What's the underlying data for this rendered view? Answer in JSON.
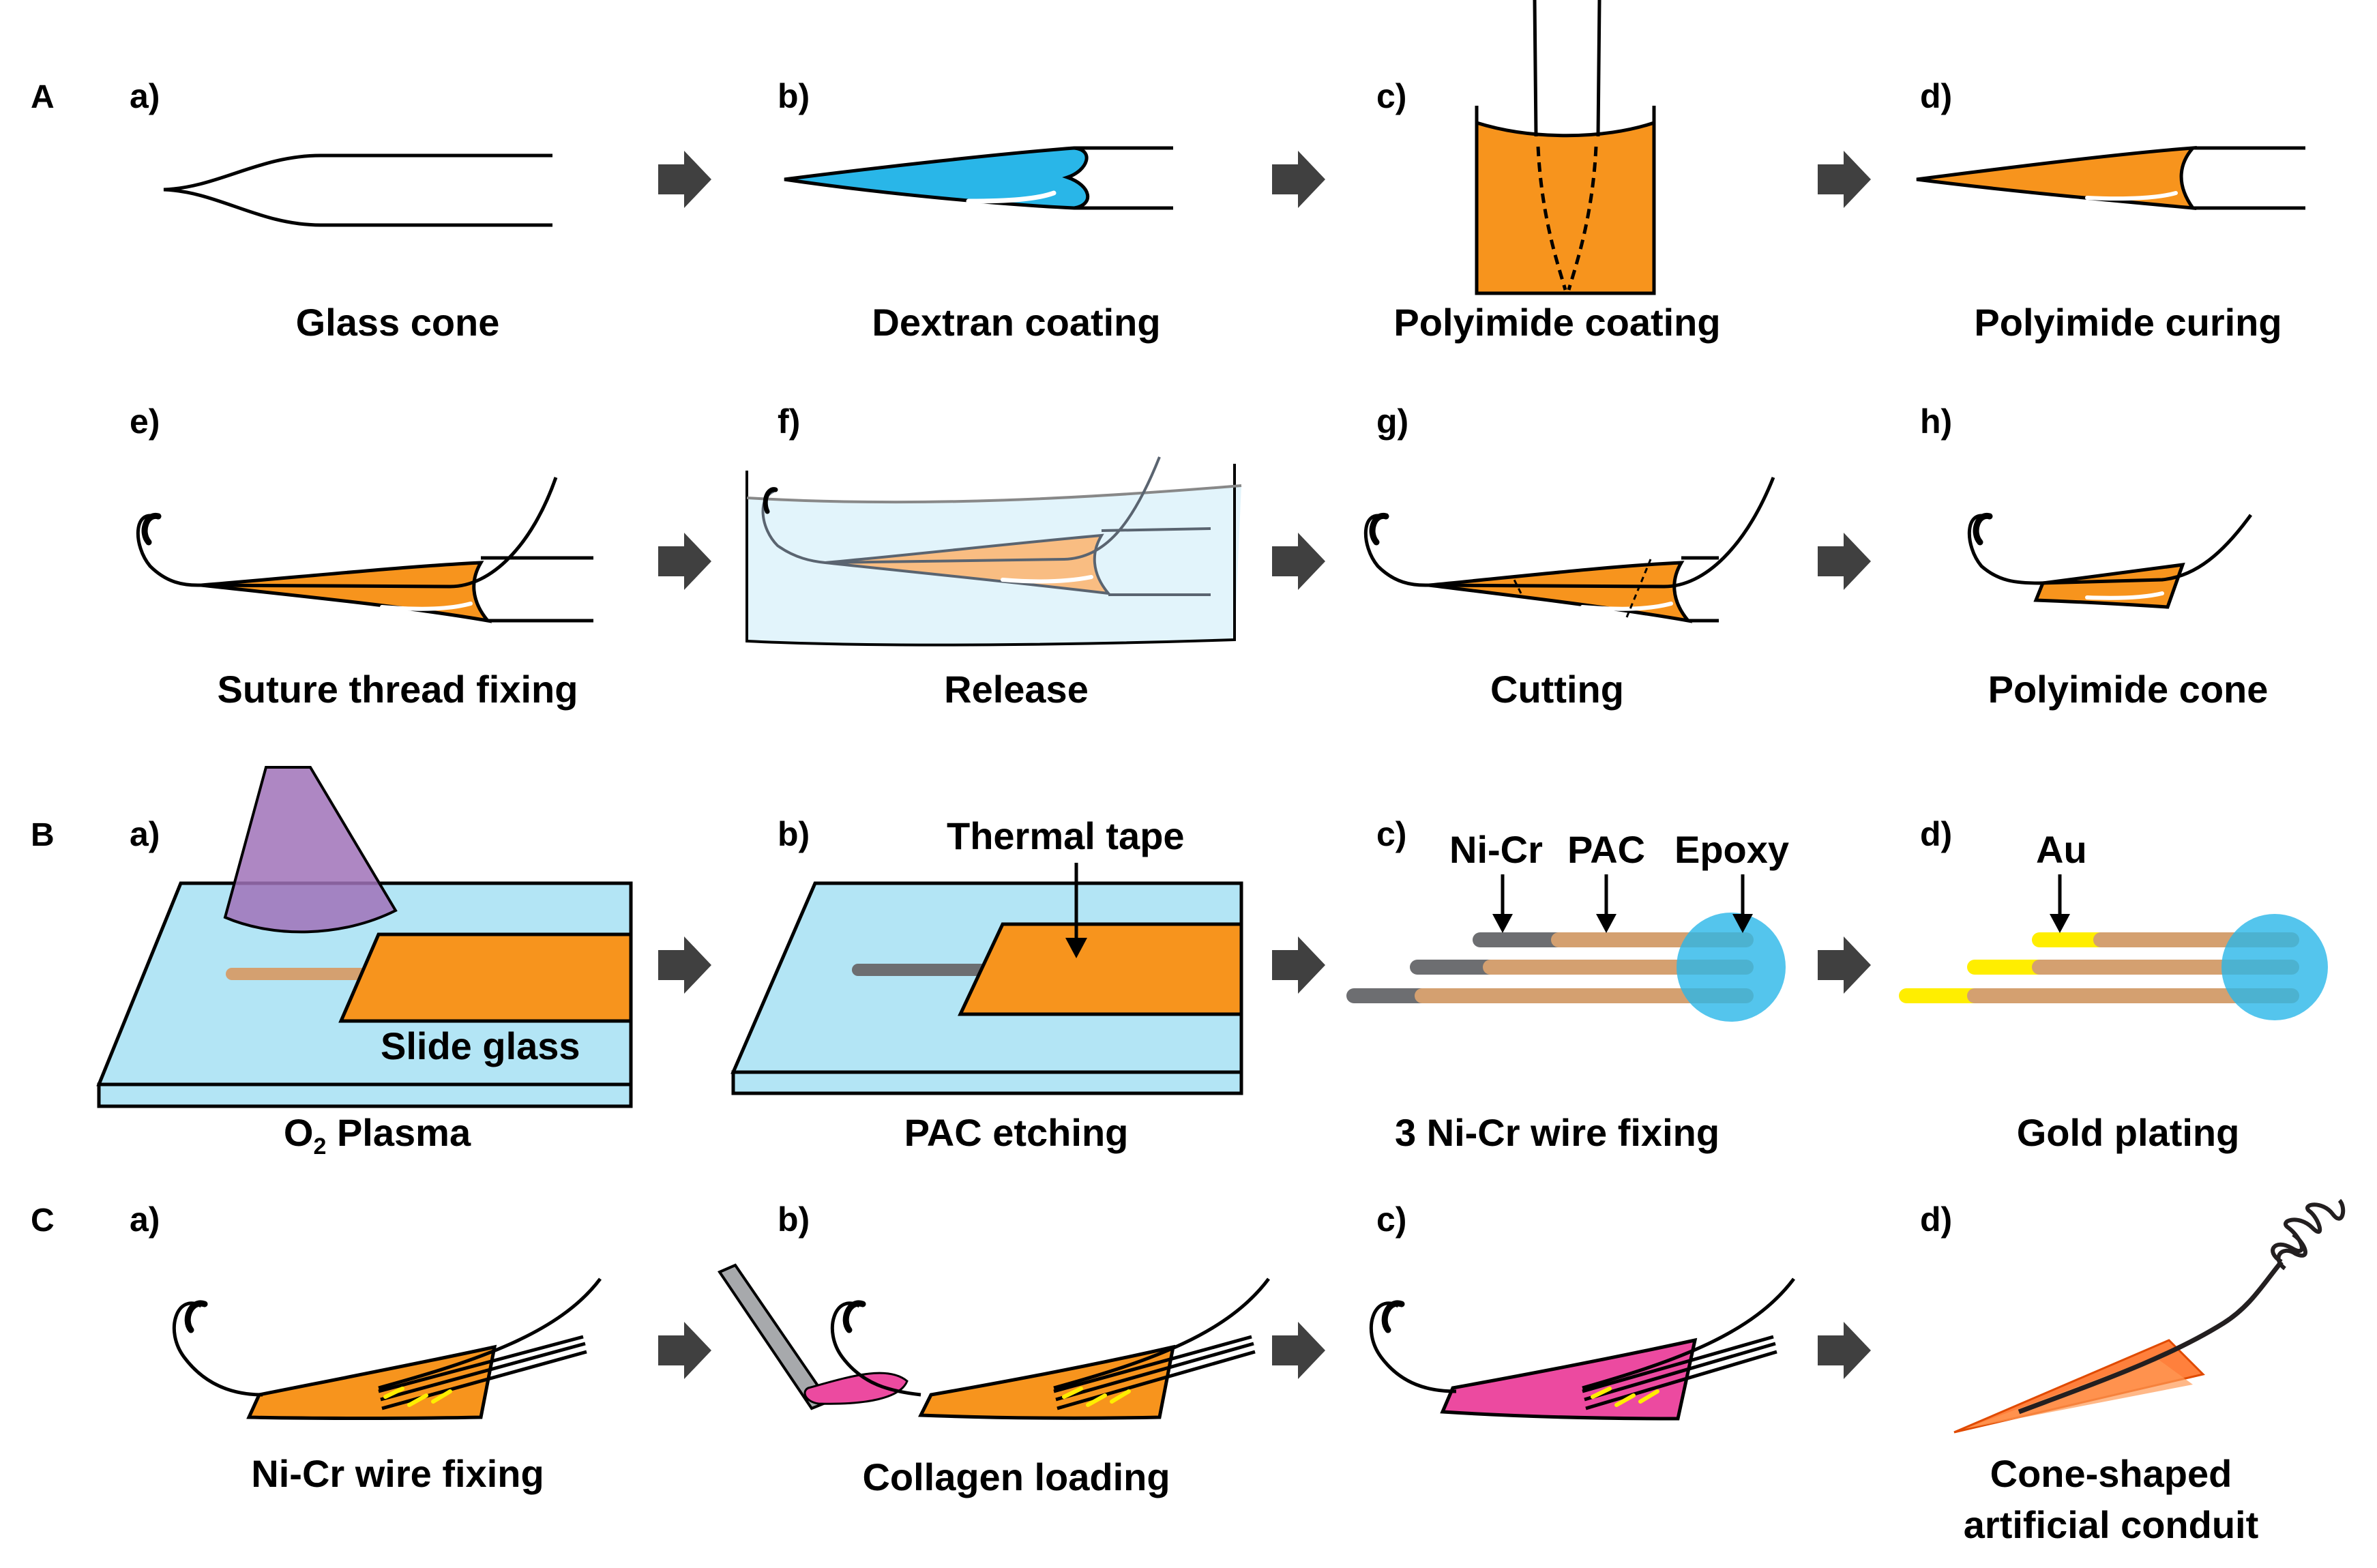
{
  "sections": [
    "A",
    "B",
    "C"
  ],
  "row1": {
    "letters": [
      "a)",
      "b)",
      "c)",
      "d)"
    ],
    "captions": [
      "Glass cone",
      "Dextran coating",
      "Polyimide coating",
      "Polyimide curing"
    ]
  },
  "row2": {
    "letters": [
      "e)",
      "f)",
      "g)",
      "h)"
    ],
    "captions": [
      "Suture thread fixing",
      "Release",
      "Cutting",
      "Polyimide cone"
    ]
  },
  "row3": {
    "letters": [
      "a)",
      "b)",
      "c)",
      "d)"
    ],
    "captions": [
      "O",
      "2",
      " Plasma",
      "PAC etching",
      "3 Ni-Cr wire fixing",
      "Gold plating"
    ],
    "labels": {
      "slide_glass": "Slide glass",
      "thermal_tape": "Thermal tape",
      "nicr": "Ni-Cr",
      "pac": "PAC",
      "epoxy": "Epoxy",
      "au": "Au"
    }
  },
  "row4": {
    "letters": [
      "a)",
      "b)",
      "c)",
      "d)"
    ],
    "captions": [
      "Ni-Cr wire fixing",
      "Collagen loading",
      "",
      "Cone-shaped",
      "artificial conduit"
    ]
  },
  "colors": {
    "orange": "#f7941d",
    "blue": "#29b6e8",
    "slide": "#b3e5f5",
    "purple": "#a072b8",
    "pink": "#ec4aa0",
    "gold": "#ffee00",
    "pac": "#d4a070",
    "wire": "#6d6e71",
    "arrow": "#404040"
  }
}
